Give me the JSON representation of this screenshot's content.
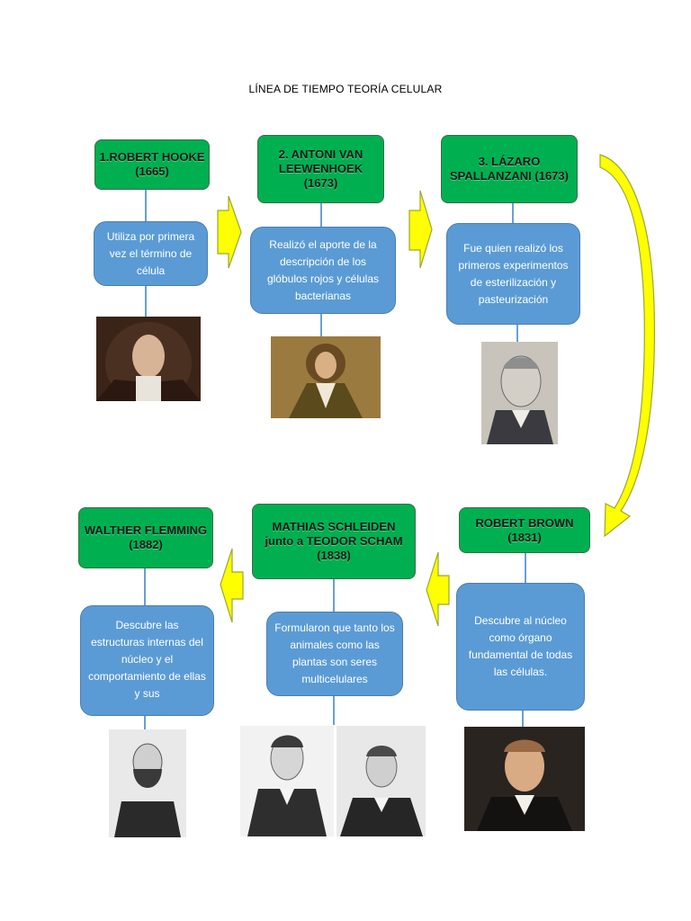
{
  "title": "LÍNEA DE TIEMPO TEORÍA CELULAR",
  "steps": [
    {
      "name": "1.ROBERT HOOKE (1665)",
      "desc": "Utiliza por primera vez el término de célula"
    },
    {
      "name": "2. ANTONI VAN LEEWENHOEK (1673)",
      "desc": "Realizó el aporte de la descripción de los glóbulos rojos y células bacterianas"
    },
    {
      "name": "3. LÁZARO SPALLANZANI (1673)",
      "desc": "Fue quien realizó los primeros experimentos de esterilización y pasteurización"
    },
    {
      "name": "ROBERT BROWN (1831)",
      "desc": "Descubre al núcleo como órgano fundamental de todas las células."
    },
    {
      "name": "MATHIAS SCHLEIDEN junto a TEODOR SCHAM (1838)",
      "desc": "Formularon que tanto los animales como las plantas son seres multicelulares"
    },
    {
      "name": "WALTHER FLEMMING (1882)",
      "desc": "Descubre las estructuras internas del núcleo y el comportamiento de ellas y sus"
    }
  ],
  "colors": {
    "node": "#00b050",
    "desc": "#5b9bd5",
    "arrow": "#ffff00",
    "arrow_stroke": "#9aa832"
  },
  "icons": {
    "arrow": "arrow-right-icon",
    "portrait": "portrait-icon"
  }
}
